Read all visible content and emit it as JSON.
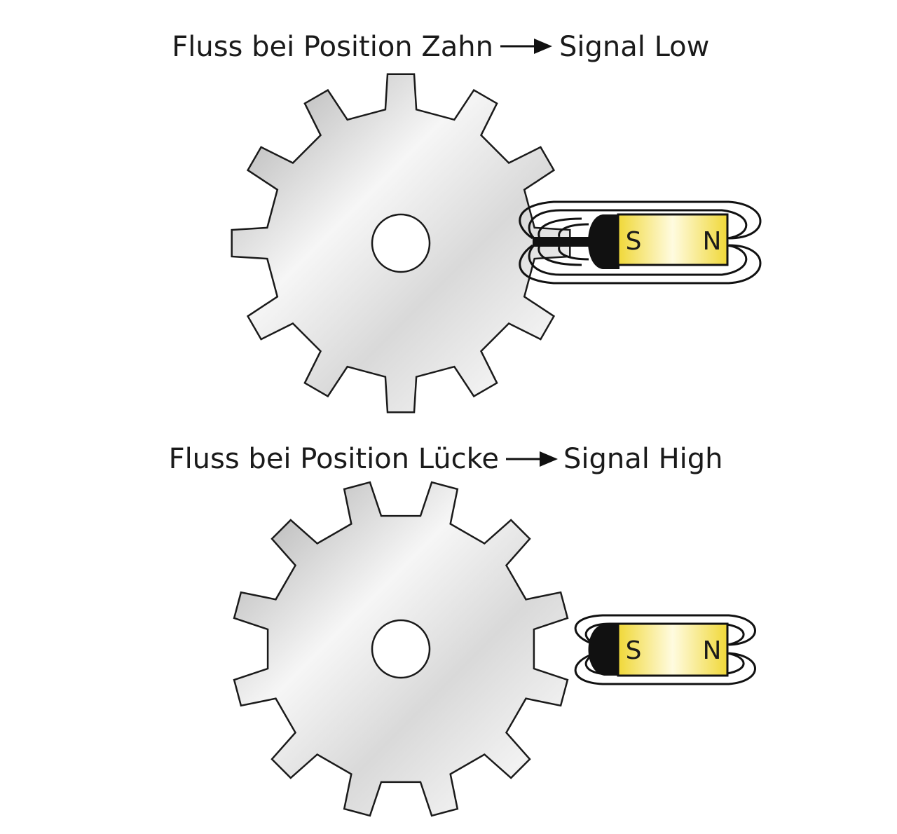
{
  "panels": [
    {
      "id": "tooth",
      "caption_left": "Fluss bei Position Zahn",
      "caption_right": "Signal Low",
      "gear_rotation_deg": 0,
      "magnet_south": "S",
      "magnet_north": "N"
    },
    {
      "id": "gap",
      "caption_left": "Fluss bei Position Lücke",
      "caption_right": "Signal High",
      "gear_rotation_deg": 15,
      "magnet_south": "S",
      "magnet_north": "N"
    }
  ],
  "colors": {
    "gear_light": "#f4f4f4",
    "gear_dark": "#a8a8a8",
    "magnet_yellow": "#f2dc4a",
    "magnet_highlight": "#fffbe0",
    "ink": "#111111"
  }
}
